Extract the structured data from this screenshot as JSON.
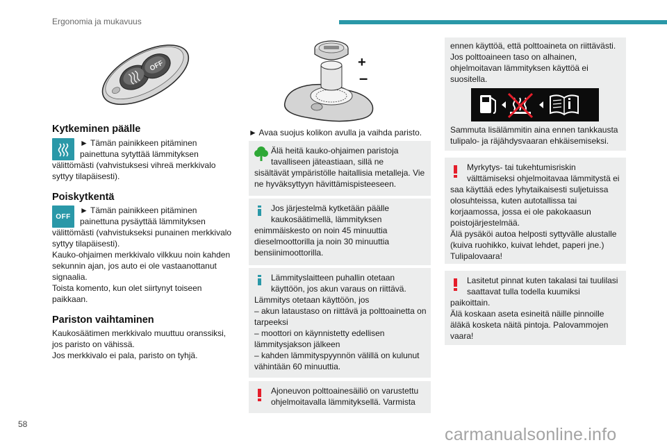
{
  "header": {
    "title": "Ergonomia ja mukavuus"
  },
  "page_number": "58",
  "watermark": "carmanualsonline.info",
  "left": {
    "section_on": {
      "heading": "Kytkeminen päälle",
      "line1": "► Tämän painikkeen pitäminen",
      "line2": "painettuna sytyttää lämmityksen",
      "rest": "välittömästi (vahvistuksesi vihreä merkkivalo syttyy tilapäisesti)."
    },
    "section_off": {
      "heading": "Poiskytkentä",
      "icon_label": "OFF",
      "line1": "► Tämän painikkeen pitäminen",
      "line2": "painettuna pysäyttää lämmityksen",
      "rest": "välittömästi (vahvistukseksi punainen merkkivalo syttyy tilapäisesti).",
      "p2": "Kauko-ohjaimen merkkivalo vilkkuu noin kahden sekunnin ajan, jos auto ei ole vastaanottanut signaalia.",
      "p3": "Toista komento, kun olet siirtynyt toiseen paikkaan."
    },
    "section_battery": {
      "heading": "Pariston vaihtaminen",
      "p1": "Kaukosäätimen merkkivalo muuttuu oranssiksi, jos paristo on vähissä.",
      "p2": "Jos merkkivalo ei pala, paristo on tyhjä."
    }
  },
  "middle": {
    "instruction": "► Avaa suojus kolikon avulla ja vaihda paristo.",
    "box_env": {
      "first": "Älä heitä kauko-ohjaimen paristoja tavalliseen jäteastiaan, sillä ne",
      "rest": "sisältävät ympäristölle haitallisia metalleja. Vie ne hyväksyttyyn hävittämispisteeseen."
    },
    "box_info1": {
      "first": "Jos järjestelmä kytketään päälle kaukosäätimellä, lämmityksen",
      "rest": "enimmäiskesto on noin 45 minuuttia dieselmoottorilla ja noin 30 minuuttia bensiinimoottorilla."
    },
    "box_info2": {
      "first": "Lämmityslaitteen puhallin otetaan käyttöön, jos akun varaus on riittävä.",
      "lines": [
        "Lämmitys otetaan käyttöön, jos",
        "– akun lataustaso on riittävä ja polttoainetta on tarpeeksi",
        "– moottori on käynnistetty edellisen lämmitysjakson jälkeen",
        "– kahden lämmityspyynnön välillä on kulunut vähintään 60 minuuttia."
      ]
    },
    "box_warn": {
      "first": "Ajoneuvon polttoainesäiliö on varustettu ohjelmoitavalla lämmityksellä. Varmista"
    }
  },
  "right": {
    "box_cont": {
      "text": "ennen käyttöä, että polttoaineta on riittävästi. Jos polttoaineen taso on alhainen, ohjelmoitavan lämmityksen käyttöä ei suositella.",
      "after": "Sammuta lisälämmitin aina ennen tankkausta tulipalo- ja räjähdysvaaran ehkäisemiseksi."
    },
    "box_warn1": {
      "first": "Myrkytys- tai tukehtumisriskin välttämiseksi ohjelmoitavaa lämmitystä ei",
      "rest": "saa käyttää edes lyhytaikaisesti suljetuissa olosuhteissa, kuten autotallissa tai korjaamossa, jossa ei ole pakokaasun poistojärjestelmää.",
      "p2": "Älä pysäköi autoa helposti syttyvälle alustalle (kuiva ruohikko, kuivat lehdet, paperi jne.) Tulipalovaara!"
    },
    "box_warn2": {
      "first": "Lasitetut pinnat kuten takalasi tai tuulilasi saattavat tulla todella kuumiksi",
      "rest": "paikoittain.",
      "p2": "Älä koskaan aseta esineitä näille pinnoille äläkä kosketa näitä pintoja. Palovammojen vaara!"
    }
  },
  "colors": {
    "accent": "#2a98a8",
    "warning": "#e41e2b",
    "eco": "#2ea836",
    "box_bg": "#eceded"
  }
}
